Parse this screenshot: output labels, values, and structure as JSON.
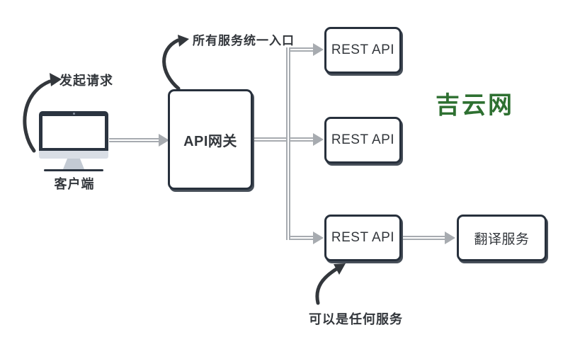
{
  "diagram": {
    "title_watermark": "吉云网",
    "nodes": {
      "client": {
        "label": "客户端",
        "type": "computer-icon"
      },
      "gateway": {
        "label": "API网关"
      },
      "rest_api_1": {
        "label": "REST API"
      },
      "rest_api_2": {
        "label": "REST API"
      },
      "rest_api_3": {
        "label": "REST API"
      },
      "translation_service": {
        "label": "翻译服务"
      }
    },
    "annotations": {
      "client_request": "发起请求",
      "unified_entry": "所有服务统一入口",
      "any_service": "可以是任何服务"
    },
    "edges": [
      "client -> gateway",
      "gateway -> rest_api_1",
      "gateway -> rest_api_2",
      "gateway -> rest_api_3",
      "rest_api_3 -> translation_service"
    ],
    "colors": {
      "node_border": "#27303c",
      "connector_gray": "#a7abb0",
      "sketch_dark": "#33373c",
      "watermark_green": "#2e7031",
      "background": "#ffffff"
    }
  }
}
